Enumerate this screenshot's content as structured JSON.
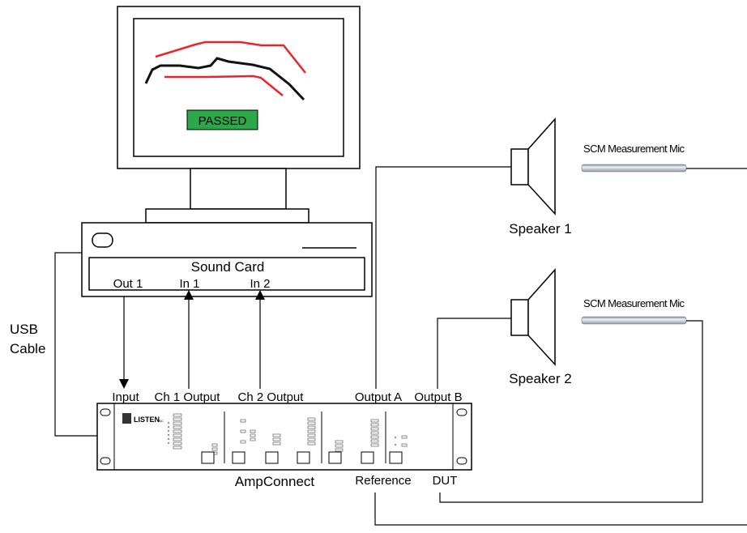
{
  "screen": {
    "status": "PASSED",
    "status_bg": "#2aa84a"
  },
  "sound_card": {
    "title": "Sound Card",
    "ports": [
      "Out 1",
      "In 1",
      "In 2"
    ]
  },
  "usb": {
    "line1": "USB",
    "line2": "Cable"
  },
  "ampconnect": {
    "name": "AmpConnect",
    "brand": "LISTEN",
    "brand_suffix": "INC",
    "top_labels": [
      "Input",
      "Ch 1 Output",
      "Ch 2 Output",
      "Output A",
      "Output B"
    ],
    "bottom_labels": [
      "Reference",
      "DUT"
    ]
  },
  "speakers": [
    "Speaker 1",
    "Speaker 2"
  ],
  "mics": [
    "SCM Measurement Mic",
    "SCM Measurement Mic"
  ],
  "colors": {
    "curve_limit": "#e8262a",
    "curve_measured": "#111111",
    "line": "#000000"
  }
}
